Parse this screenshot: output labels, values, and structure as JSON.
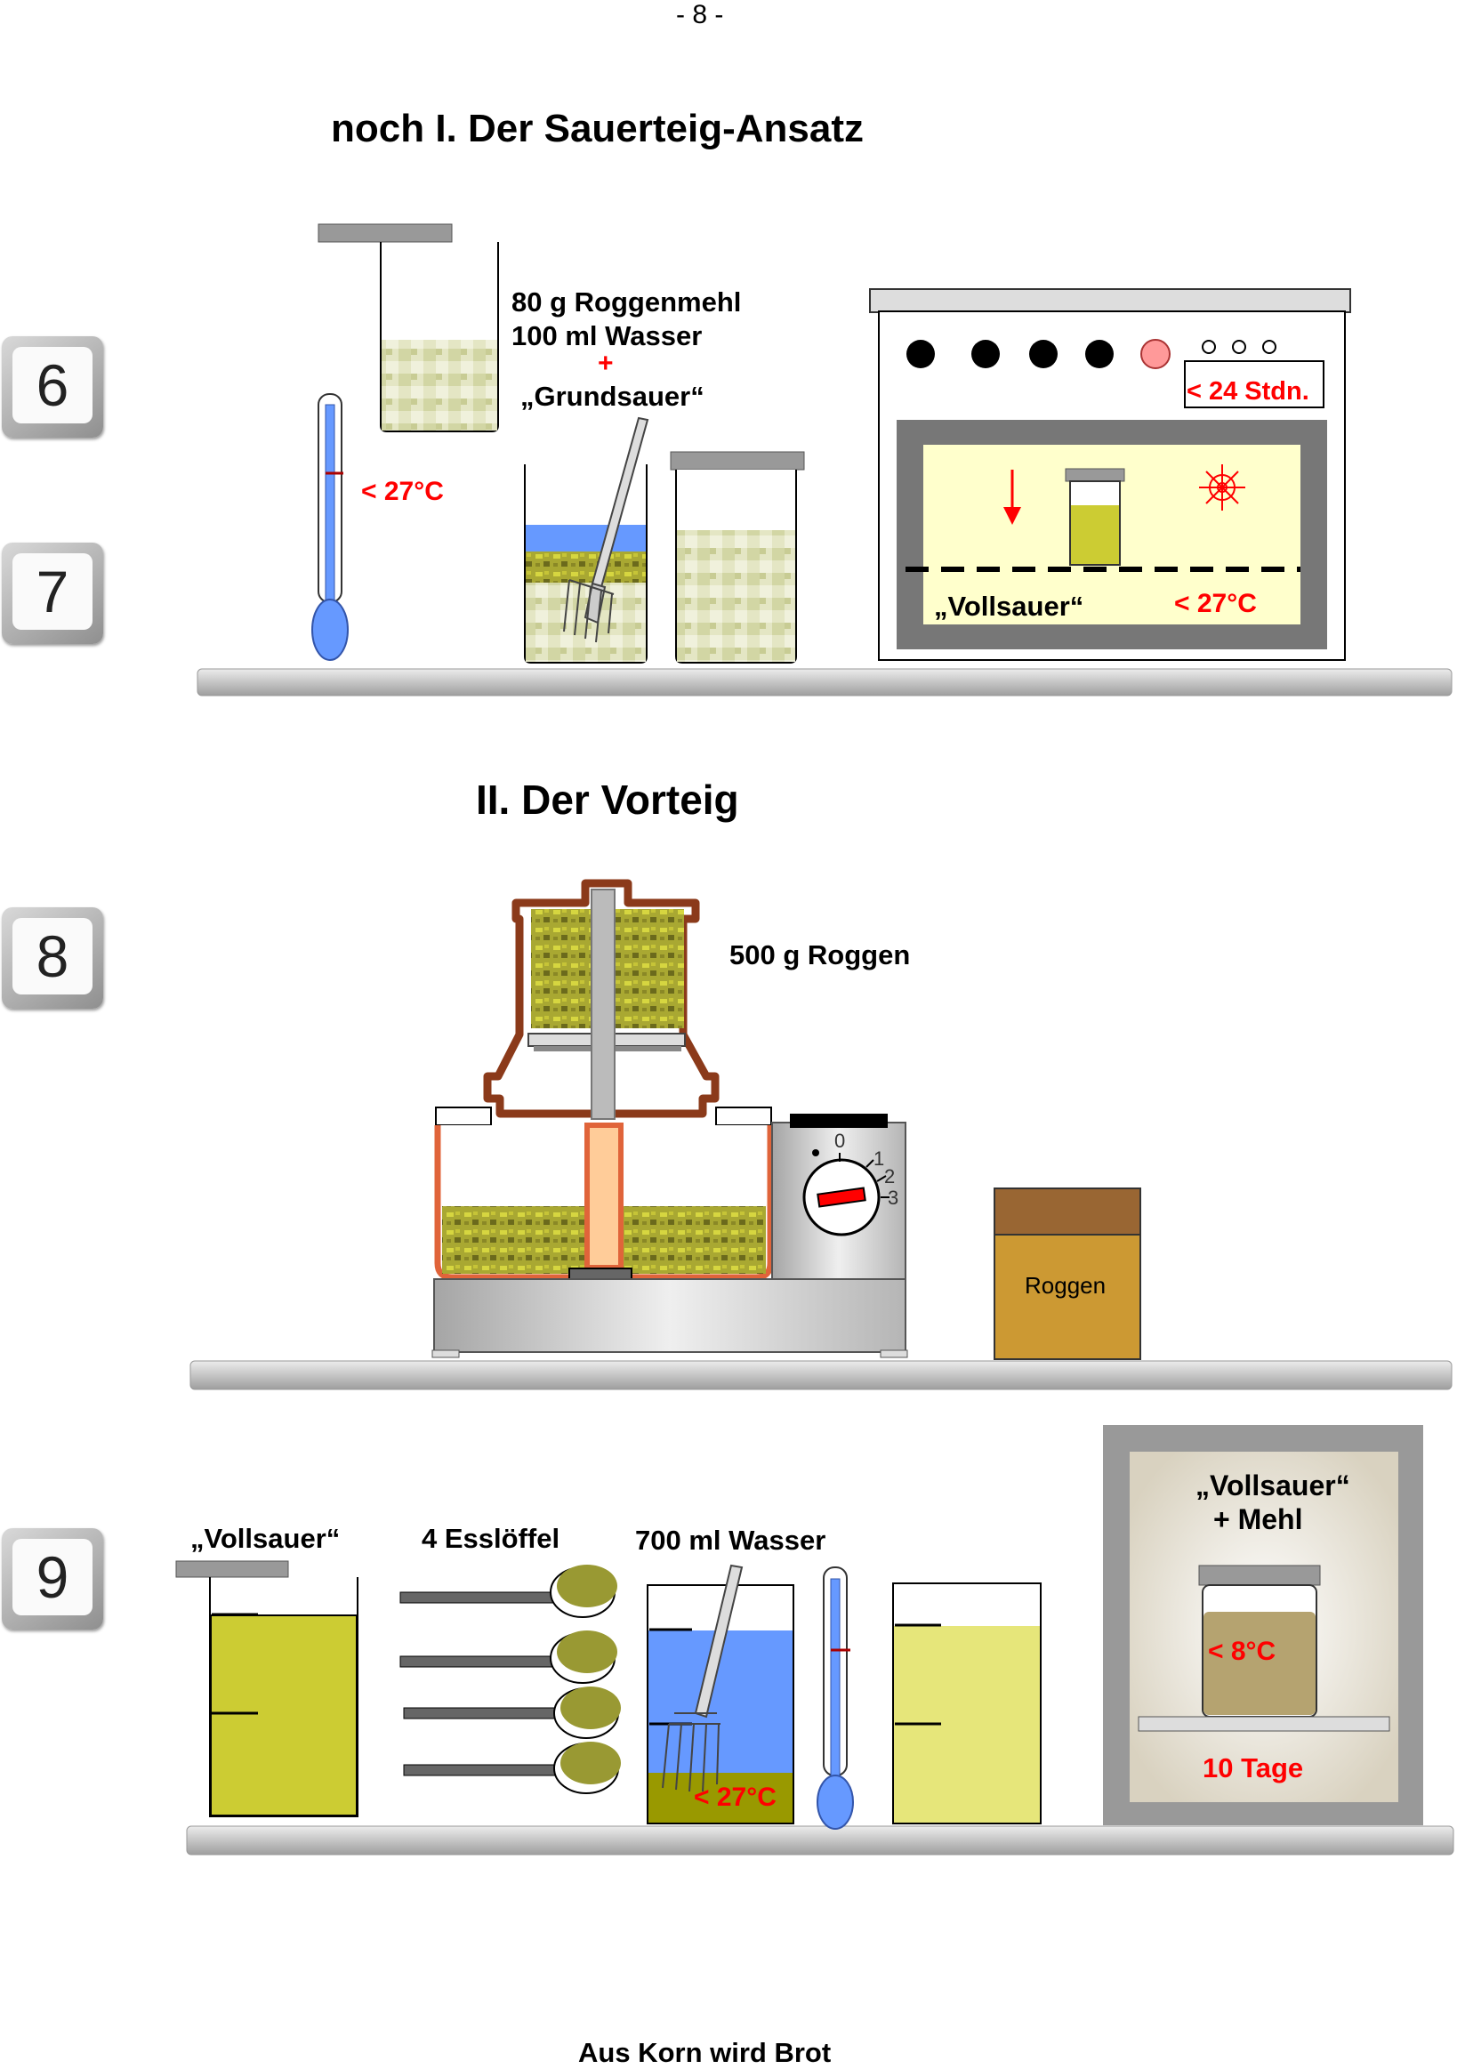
{
  "page_number": "- 8 -",
  "section1": {
    "title": "noch I. Der Sauerteig-Ansatz",
    "thermometer_label": "< 27°C",
    "ingredients": [
      "80 g Roggenmehl",
      "100 ml Wasser"
    ],
    "plus": "+",
    "starter_label": "„Grundsauer“",
    "oven_timer": "< 24 Stdn.",
    "oven_product": "„Vollsauer“",
    "oven_temp": "< 27°C"
  },
  "section2": {
    "title": "II. Der Vorteig",
    "grain_label": "500 g Roggen",
    "dial_marks": [
      "0",
      "1",
      "2",
      "3"
    ],
    "sack_label": "Roggen"
  },
  "section3": {
    "vollsauer_label": "„Vollsauer“",
    "spoons_label": "4 Esslöffel",
    "water_label": "700 ml Wasser",
    "water_temp": "< 27°C",
    "fridge_label_line1": "„Vollsauer“",
    "fridge_label_line2": "+ Mehl",
    "fridge_temp": "< 8°C",
    "fridge_days": "10 Tage"
  },
  "step_badges": [
    "6",
    "7",
    "8",
    "9"
  ],
  "footer": "Aus Korn wird Brot",
  "colors": {
    "red": "#ff0000",
    "yellow_green": "#cccc33",
    "water_blue": "#6699ff",
    "grey": "#999999",
    "cream": "#ffffcc",
    "brown": "#8b3a1a"
  }
}
